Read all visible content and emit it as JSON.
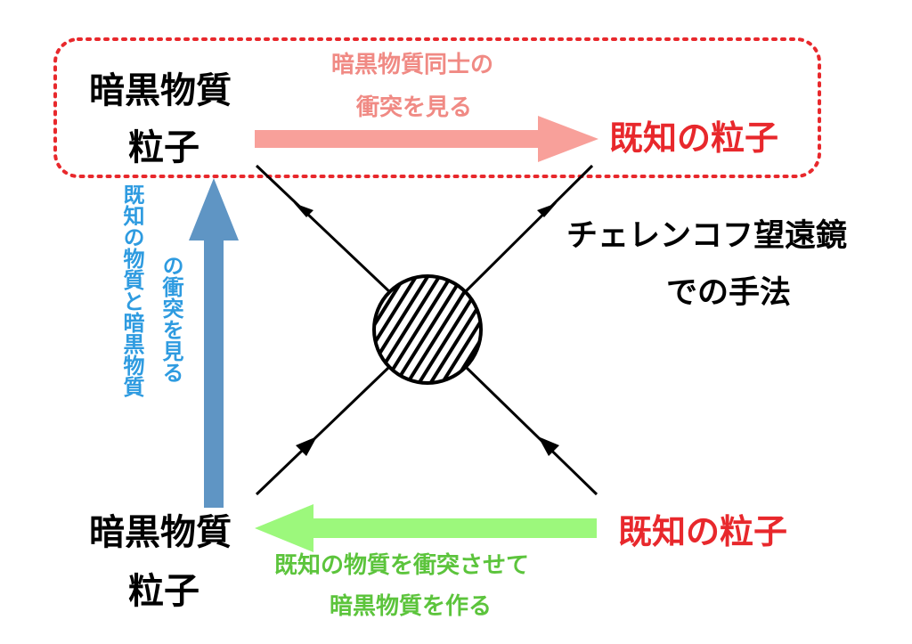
{
  "diagram": {
    "colors": {
      "dotted_box": "#e8282c",
      "arrow_top": "#f8a09a",
      "arrow_left": "#5f95c4",
      "arrow_bottom": "#9cf87c",
      "lines": "#000000",
      "text_red": "#e8282c",
      "text_pink": "#f08a84",
      "text_blue": "#2e9be0",
      "text_green": "#5cc43c"
    },
    "top_left_particle": {
      "line1": "暗黒物質",
      "line2": "粒子"
    },
    "top_right_particle": "既知の粒子",
    "top_arrow_caption": {
      "line1": "暗黒物質同士の",
      "line2": "衝突を見る"
    },
    "cherenkov_label": {
      "line1": "チェレンコフ望遠鏡",
      "line2": "での手法"
    },
    "left_arrow_caption": {
      "line1": "既知の物質と暗黒物質",
      "line2": "の衝突を見る"
    },
    "bottom_left_particle": {
      "line1": "暗黒物質",
      "line2": "粒子"
    },
    "bottom_right_particle": "既知の粒子",
    "bottom_arrow_caption": {
      "line1": "既知の物質を衝突させて",
      "line2": "暗黒物質を作る"
    },
    "icons": [
      "interaction-vertex-icon",
      "incoming-arrow-icon",
      "outgoing-arrow-icon"
    ]
  }
}
